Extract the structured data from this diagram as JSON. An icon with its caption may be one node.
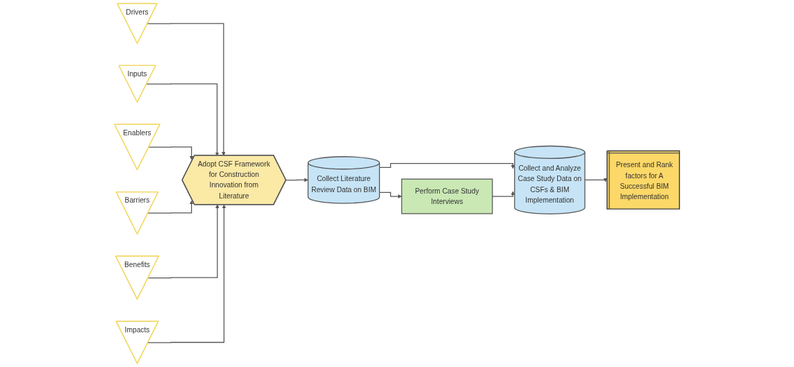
{
  "diagram": {
    "nodes": [
      {
        "text": [
          "Drivers"
        ]
      },
      {
        "text": [
          "Inputs"
        ]
      },
      {
        "text": [
          "Enablers"
        ]
      },
      {
        "text": [
          "Adopt CSF Framework for Construction Innovation from Literature"
        ]
      },
      {
        "text": [
          "Collect Literature Review Data on BIM"
        ]
      },
      {
        "text": [
          "Perform Case Study Interviews"
        ]
      },
      {
        "text": [
          "Present and Rank factors for A Successful BIM Implementation"
        ]
      },
      {
        "text": [
          "Barriers"
        ]
      },
      {
        "text": [
          "Benefits"
        ]
      },
      {
        "text": [
          "Impacts"
        ]
      },
      {
        "text": [
          "Collect and Analyze Case Study Data on CSFs & BIM Implementation"
        ]
      }
    ],
    "edges": [
      {
        "from": 0,
        "to": 3,
        "arrow": "to"
      },
      {
        "from": 1,
        "to": 3,
        "arrow": "to"
      },
      {
        "from": 2,
        "to": 3,
        "arrow": "to"
      },
      {
        "from": 7,
        "to": 3,
        "arrow": "to"
      },
      {
        "from": 8,
        "to": 3,
        "arrow": "to"
      },
      {
        "from": 9,
        "to": 3,
        "arrow": "to"
      },
      {
        "from": 3,
        "to": 4,
        "arrow": "to"
      },
      {
        "from": 4,
        "to": 5,
        "arrow": "to"
      },
      {
        "from": 4,
        "to": 10,
        "arrow": "to"
      },
      {
        "from": 5,
        "to": 10,
        "arrow": "to"
      },
      {
        "from": 10,
        "to": 6,
        "arrow": "to"
      }
    ]
  }
}
